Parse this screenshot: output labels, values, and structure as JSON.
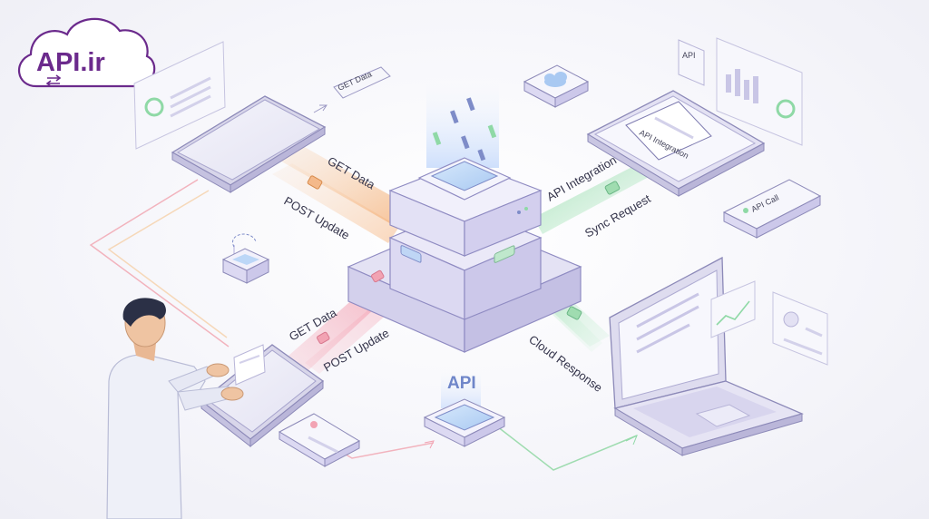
{
  "logo": {
    "text": "API.ir"
  },
  "hub": {
    "label": "API"
  },
  "flows": {
    "top_get": "GET Data",
    "top_post": "POST Update",
    "bottom_get": "GET Data",
    "bottom_post": "POST Update",
    "api_integration": "API Integration",
    "sync_request": "Sync Request",
    "cloud_response": "Cloud Response"
  },
  "cards": {
    "get_data_tag": "GET Data",
    "tablet_dialog": "API Integration",
    "api_card": "API",
    "api_call": "API Call"
  },
  "colors": {
    "logo": "#6b2a8c",
    "server": "#d9d6f2",
    "flow_orange": "#f4b98a",
    "flow_pink": "#f2a3b3",
    "flow_green": "#9fdcb0",
    "screen_blue": "#bcd7f7"
  }
}
